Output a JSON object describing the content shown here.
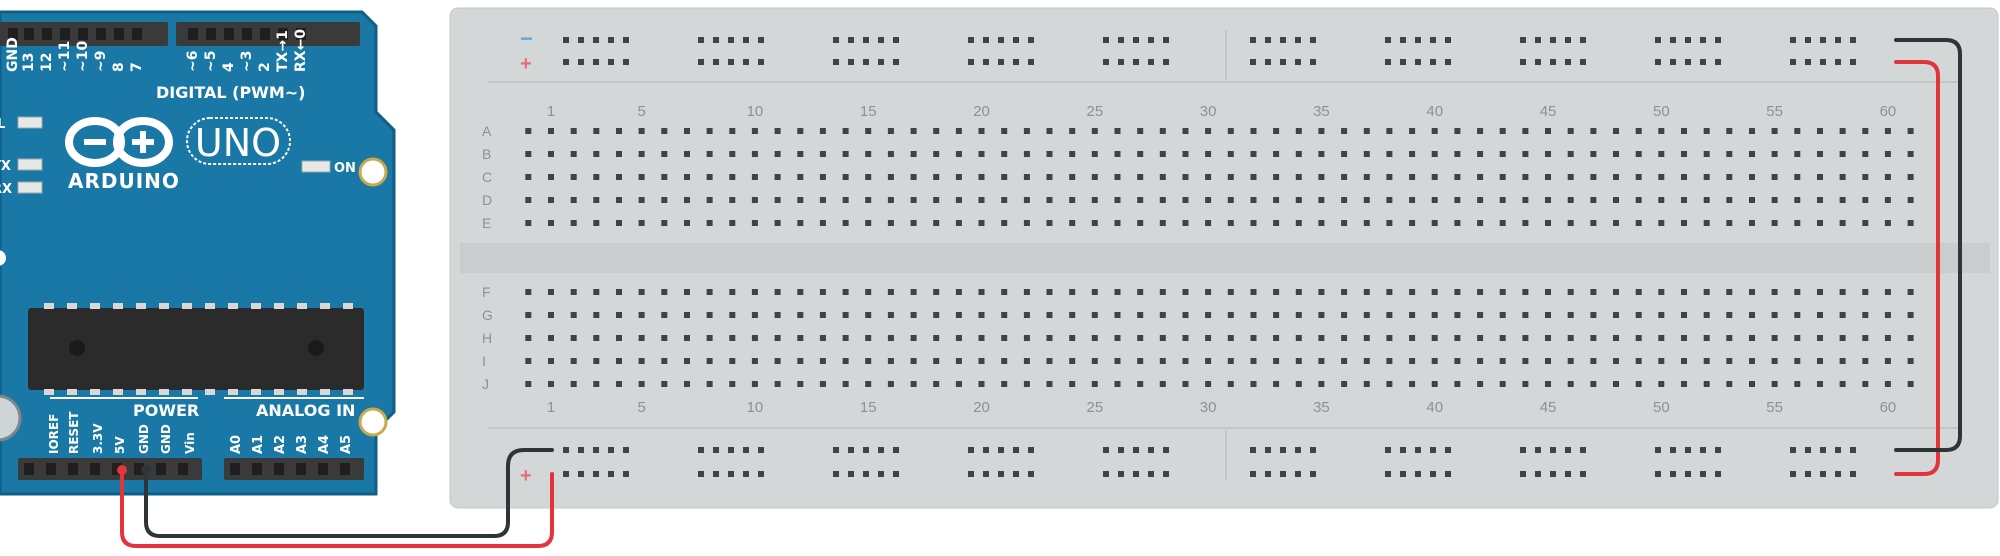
{
  "arduino": {
    "brand": "ARDUINO",
    "model": "UNO",
    "digital_header_label": "DIGITAL (PWM~)",
    "digital_pins": [
      "GND",
      "13",
      "12",
      "~11",
      "~10",
      "~9",
      "8",
      "7",
      "~6",
      "~5",
      "4",
      "~3",
      "2",
      "TX→1",
      "RX←0"
    ],
    "led_l_label": "L",
    "led_tx_label": "TX",
    "led_rx_label": "RX",
    "on_label": "ON",
    "power_header_label": "POWER",
    "power_pins": [
      "IOREF",
      "RESET",
      "3.3V",
      "5V",
      "GND",
      "GND",
      "Vin"
    ],
    "analog_header_label": "ANALOG IN",
    "analog_pins": [
      "A0",
      "A1",
      "A2",
      "A3",
      "A4",
      "A5"
    ],
    "colors": {
      "board": "#1a78a6",
      "board_edge": "#0f5f86",
      "chip": "#2b2b2b",
      "header": "#3a3a3a"
    }
  },
  "breadboard": {
    "rail_minus_symbol": "−",
    "rail_plus_symbol": "+",
    "column_numbers": [
      "1",
      "5",
      "10",
      "15",
      "20",
      "25",
      "30",
      "35",
      "40",
      "45",
      "50",
      "55",
      "60"
    ],
    "rows_top": [
      "A",
      "B",
      "C",
      "D",
      "E"
    ],
    "rows_bottom": [
      "F",
      "G",
      "H",
      "I",
      "J"
    ],
    "colors": {
      "body": "#d3d7d8",
      "rail_minus": "#5aa9d9",
      "rail_plus": "#e0707a",
      "hole": "#3d4447"
    }
  },
  "wires": {
    "colors": {
      "power": "#e3343c",
      "ground": "#2f3437"
    }
  }
}
